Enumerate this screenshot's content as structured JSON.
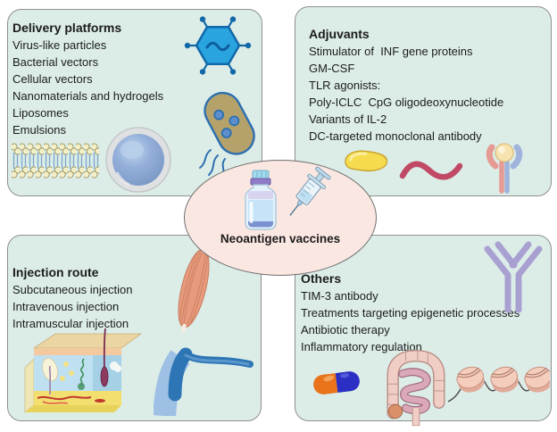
{
  "center": {
    "label": "Neoantigen vaccines",
    "icons": [
      "vaccine-vial-icon",
      "syringe-icon"
    ]
  },
  "panels": [
    {
      "key": "delivery-platforms",
      "title": "Delivery platforms",
      "items": [
        "Virus-like particles",
        "Bacterial vectors",
        "Cellular vectors",
        "Nanomaterials and hydrogels",
        "Liposomes",
        "Emulsions"
      ],
      "icons": [
        "virus-like-particle-icon",
        "bacterium-icon",
        "liposome-icon",
        "lipid-bilayer-icon"
      ]
    },
    {
      "key": "adjuvants",
      "title": "Adjuvants",
      "items": [
        "Stimulator of  INF gene proteins",
        "GM-CSF",
        "TLR agonists:",
        "Poly-ICLC  CpG oligodeoxynucleotide",
        "Variants of IL-2",
        "DC-targeted monoclonal antibody"
      ],
      "icons": [
        "protein-bean-icon",
        "rna-strand-icon",
        "dc-receptor-icon"
      ]
    },
    {
      "key": "injection-route",
      "title": "Injection route",
      "items": [
        "Subcutaneous injection",
        "Intravenous injection",
        "Intramuscular injection"
      ],
      "icons": [
        "muscle-icon",
        "skin-cross-section-icon",
        "blood-vessel-icon"
      ]
    },
    {
      "key": "others",
      "title": "Others",
      "items": [
        "TIM-3 antibody",
        "Treatments targeting epigenetic processes",
        "Antibiotic therapy",
        "Inflammatory regulation"
      ],
      "icons": [
        "antibody-icon",
        "capsule-pill-icon",
        "intestine-icon",
        "nucleosome-icon"
      ]
    }
  ],
  "colors": {
    "panel_bg": "#dcede8",
    "panel_border": "#8f8f8f",
    "center_bg": "#fbe7e2",
    "center_border": "#6e6e6e",
    "text": "#1b1b1b",
    "virus_blue": "#29a4de",
    "bacterium_tan": "#b5a26b",
    "antibody_purple": "#a9a0d2",
    "capsule_orange": "#e8731a",
    "capsule_blue": "#2b2fc4",
    "rna_red": "#c04a66",
    "vessel_blue": "#2e75b5"
  }
}
